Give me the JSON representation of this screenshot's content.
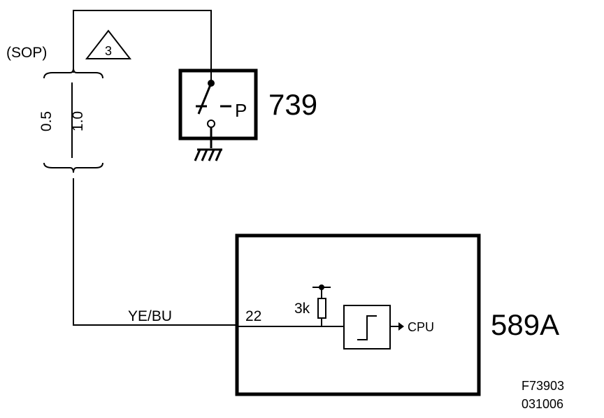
{
  "diagram": {
    "option_label": "(SOP)",
    "note_number": "3",
    "wire_size_a": "0.5",
    "wire_size_b": "1.0",
    "switch_symbol": "P",
    "switch_component": "739",
    "wire_color": "YE/BU",
    "pin_number": "22",
    "pullup_resistor": "3k",
    "cpu_label": "CPU",
    "module_component": "589A",
    "figure_code": "F73903",
    "figure_date": "031006"
  }
}
